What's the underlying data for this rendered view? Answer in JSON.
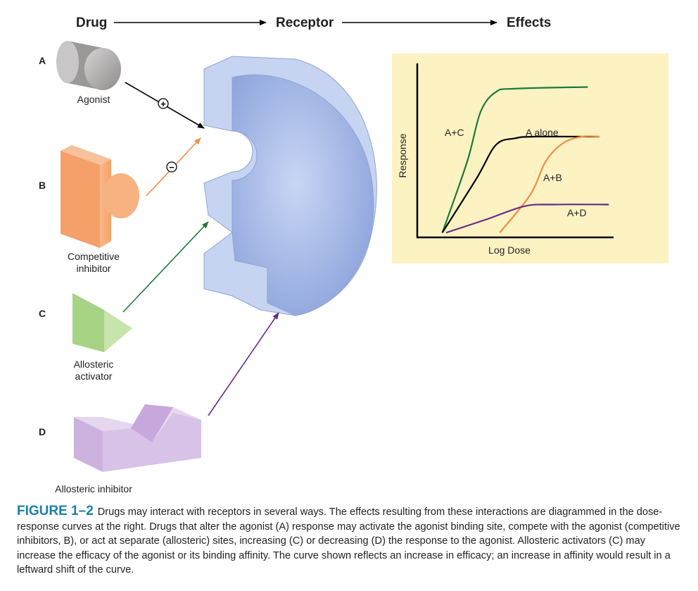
{
  "header": {
    "drug": "Drug",
    "receptor": "Receptor",
    "effects": "Effects"
  },
  "drugs": [
    {
      "letter": "A",
      "label_lines": [
        "Agonist"
      ],
      "color": "#a9a6a6"
    },
    {
      "letter": "B",
      "label_lines": [
        "Competitive",
        "inhibitor"
      ],
      "color": "#f7a56c"
    },
    {
      "letter": "C",
      "label_lines": [
        "Allosteric",
        "activator"
      ],
      "color": "#9fd07a"
    },
    {
      "letter": "D",
      "label_lines": [
        "Allosteric inhibitor"
      ],
      "color": "#d3b6e2"
    }
  ],
  "arrow_signs": {
    "agonist": "+",
    "competitive": "−"
  },
  "colors": {
    "agonist_arrow": "#000000",
    "competitive_arrow": "#f28c46",
    "activator_arrow": "#1a7a3a",
    "inhibitor_arrow": "#6a2a8a",
    "receptor": "#b8c9ee",
    "chart_bg": "#fdf2c2",
    "caption_accent": "#1a7fa8"
  },
  "chart_data": {
    "type": "line",
    "xlabel": "Log Dose",
    "ylabel": "Response",
    "xlim": [
      0,
      10
    ],
    "ylim": [
      0,
      10
    ],
    "grid": false,
    "legend": "none",
    "series": [
      {
        "name": "A+C",
        "color": "#1a7a3a",
        "x": [
          1.2,
          2.5,
          3.2,
          4,
          5,
          8.8
        ],
        "y": [
          0.2,
          4.5,
          7.5,
          8.7,
          8.9,
          9
        ]
      },
      {
        "name": "A alone",
        "color": "#000000",
        "x": [
          1.2,
          3.0,
          4.0,
          5.0,
          6.0,
          9.4
        ],
        "y": [
          0.2,
          3.5,
          5.5,
          5.9,
          6.0,
          6.0
        ]
      },
      {
        "name": "A+B",
        "color": "#f28c46",
        "x": [
          4.2,
          5.8,
          6.6,
          7.5,
          8.5,
          9.4
        ],
        "y": [
          0.2,
          2.5,
          4.5,
          5.6,
          6.0,
          6.0
        ]
      },
      {
        "name": "A+D",
        "color": "#6a2a8a",
        "x": [
          1.4,
          3.5,
          5.5,
          7.0,
          9.9
        ],
        "y": [
          0.2,
          1.0,
          1.8,
          1.9,
          1.9
        ]
      }
    ]
  },
  "caption": {
    "label": "FIGURE 1–2",
    "text": "Drugs may interact with receptors in several ways. The effects resulting from these interactions are diagrammed in the dose-response curves at the right. Drugs that alter the agonist (A) response may activate the agonist binding site, compete with the agonist (competitive inhibitors, B), or act at separate (allosteric) sites, increasing (C) or decreasing (D) the response to the agonist. Allosteric activators (C) may increase the efficacy of the agonist or its binding affinity. The curve shown reflects an increase in efficacy; an increase in affinity would result in a leftward shift of the curve."
  }
}
